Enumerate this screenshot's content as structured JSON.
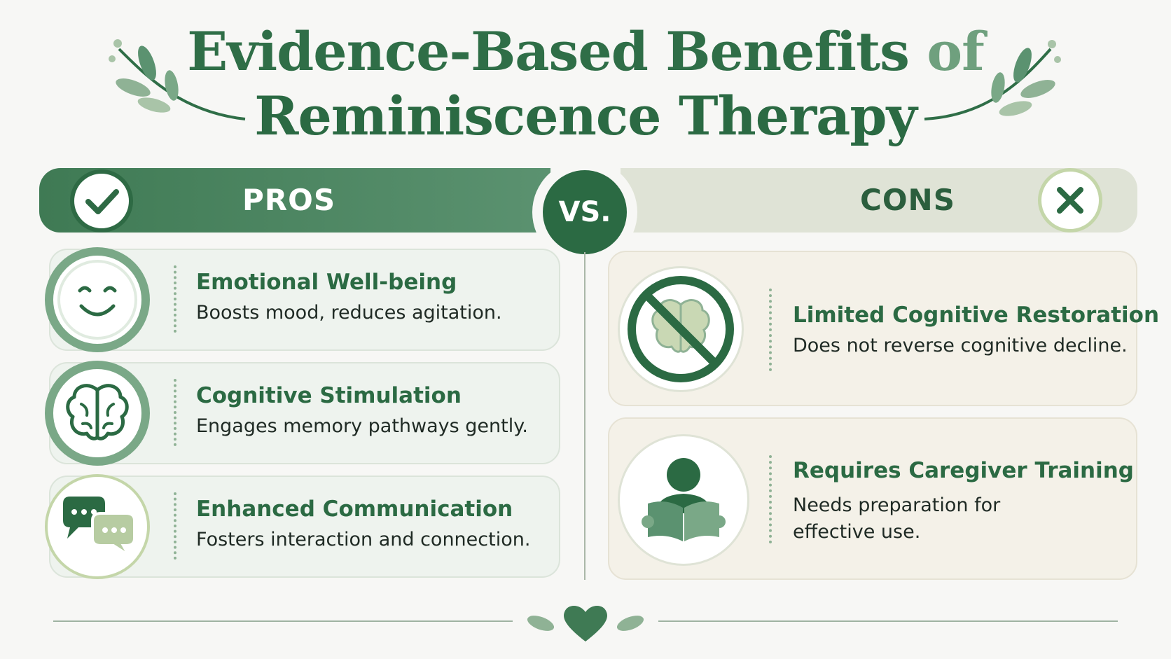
{
  "title": {
    "line1_a": "Evidence-Based Benefits",
    "line1_b": "of",
    "line2": "Reminiscence Therapy"
  },
  "header": {
    "pros_label": "PROS",
    "vs_label": "VS.",
    "cons_label": "CONS"
  },
  "pros": [
    {
      "icon": "smiley-face-icon",
      "title": "Emotional Well-being",
      "desc": "Boosts mood, reduces agitation."
    },
    {
      "icon": "brain-icon",
      "title": "Cognitive Stimulation",
      "desc": "Engages memory pathways gently."
    },
    {
      "icon": "speech-bubbles-icon",
      "title": "Enhanced Communication",
      "desc": "Fosters interaction and connection."
    }
  ],
  "cons": [
    {
      "icon": "no-brain-icon",
      "title": "Limited Cognitive Restoration",
      "desc": "Does not reverse cognitive decline."
    },
    {
      "icon": "person-reading-icon",
      "title": "Requires Caregiver Training",
      "desc_line1": "Needs preparation for",
      "desc_line2": "effective use."
    }
  ],
  "colors": {
    "primary_green": "#2b6a43",
    "light_green": "#c4d6a9",
    "background": "#f7f7f5"
  }
}
